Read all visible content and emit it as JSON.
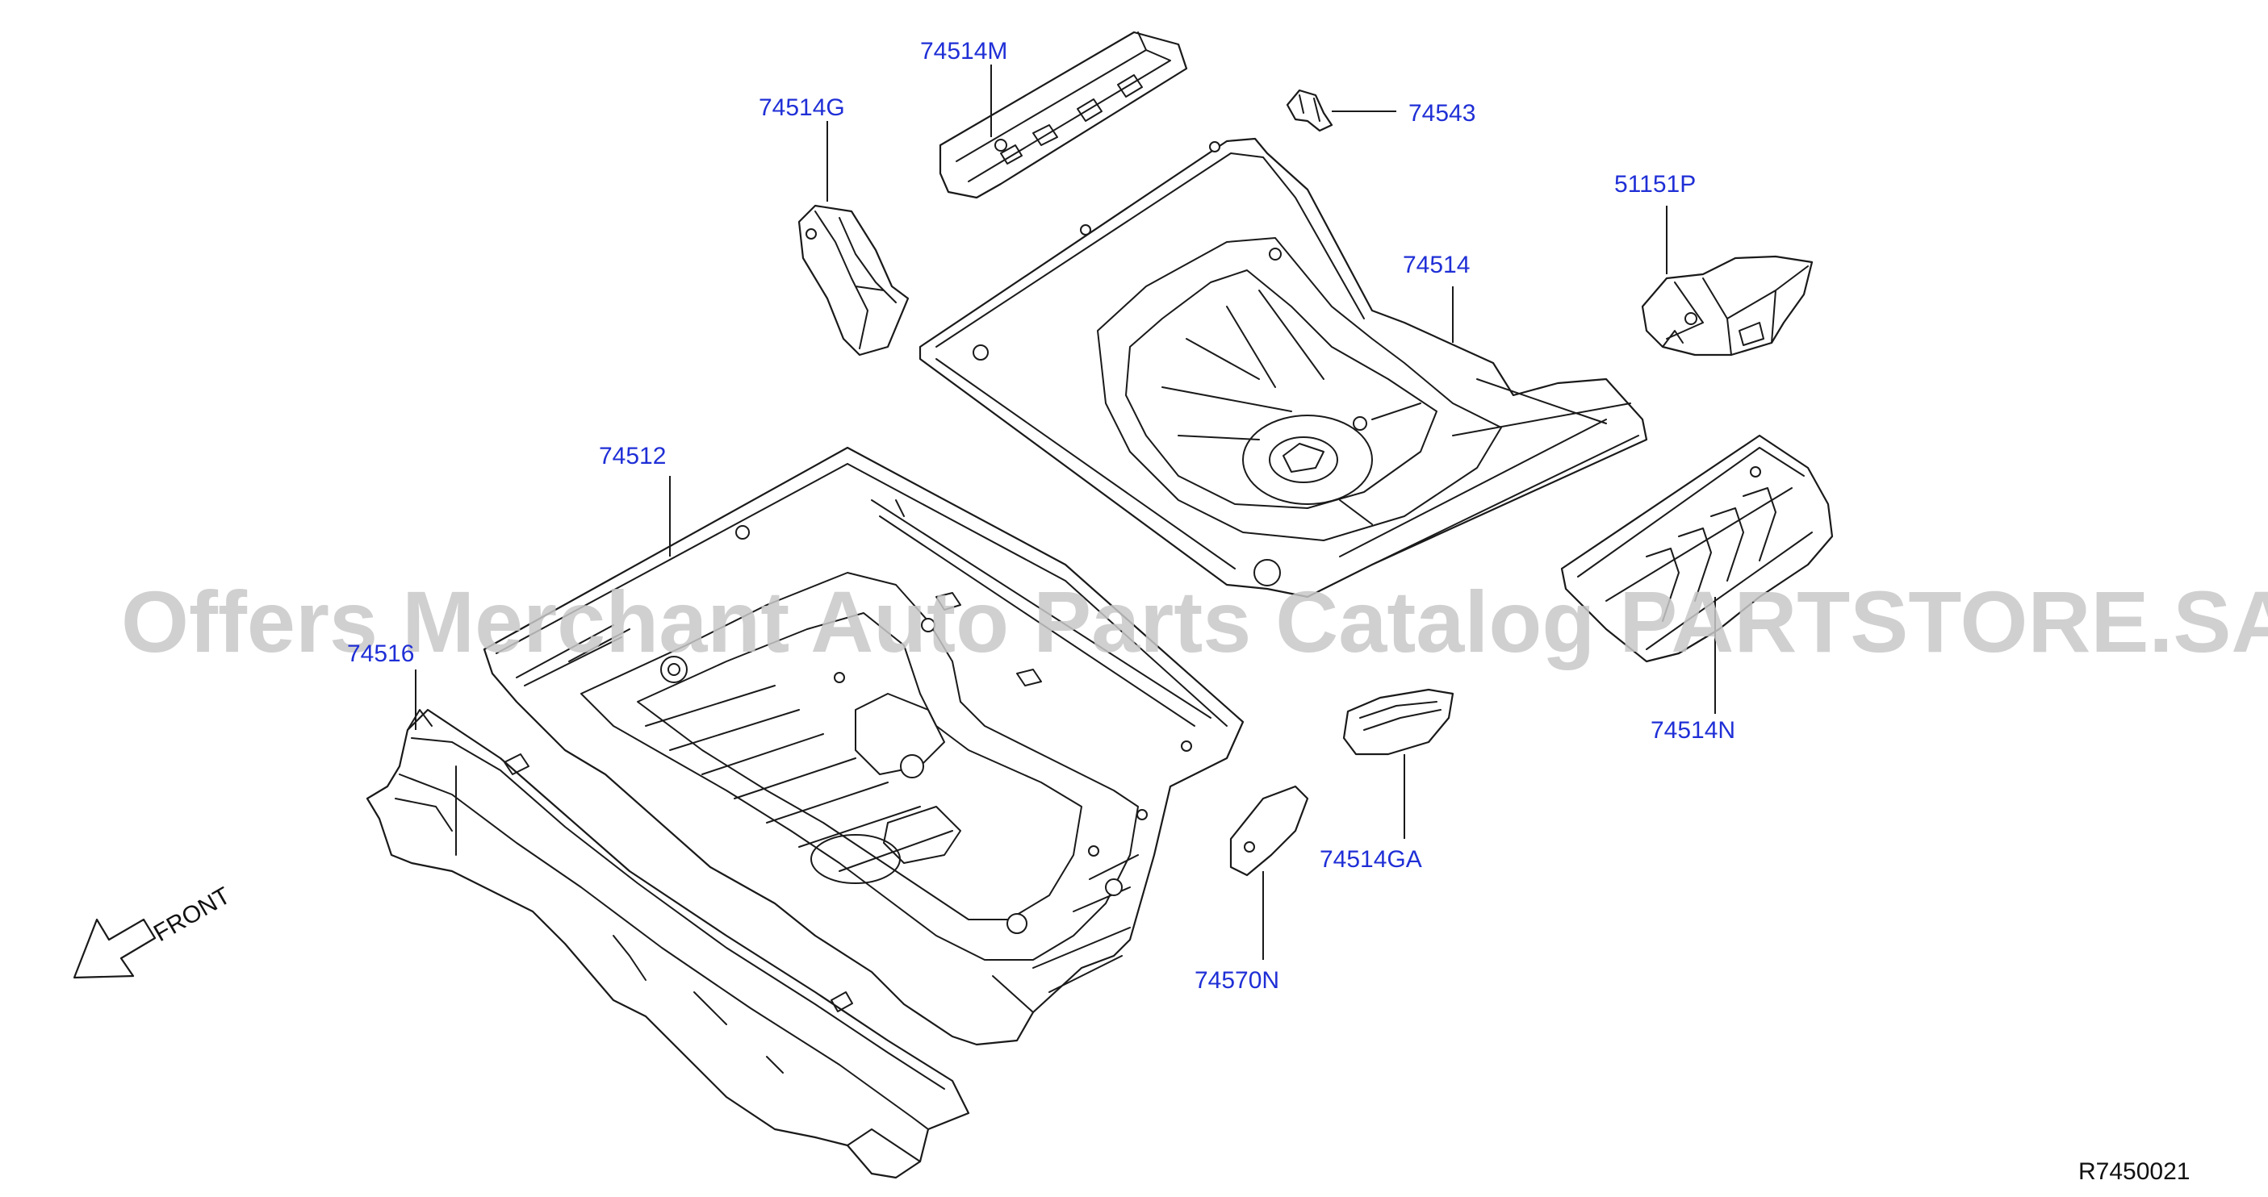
{
  "diagram": {
    "reference_code": "R7450021",
    "front_label": "FRONT",
    "label_color": "#1f2fd6",
    "line_color": "#1a1a1a",
    "watermark": {
      "text": "Offers Merchant Auto Parts Catalog PARTSTORE.SA",
      "color": "#c8c8c8"
    },
    "parts": [
      {
        "id": "p-74514M",
        "part_number": "74514M"
      },
      {
        "id": "p-74514G",
        "part_number": "74514G"
      },
      {
        "id": "p-74543",
        "part_number": "74543"
      },
      {
        "id": "p-51151P",
        "part_number": "51151P"
      },
      {
        "id": "p-74514",
        "part_number": "74514"
      },
      {
        "id": "p-74512",
        "part_number": "74512"
      },
      {
        "id": "p-74516",
        "part_number": "74516"
      },
      {
        "id": "p-74514N",
        "part_number": "74514N"
      },
      {
        "id": "p-74514GA",
        "part_number": "74514GA"
      },
      {
        "id": "p-74570N",
        "part_number": "74570N"
      }
    ]
  }
}
